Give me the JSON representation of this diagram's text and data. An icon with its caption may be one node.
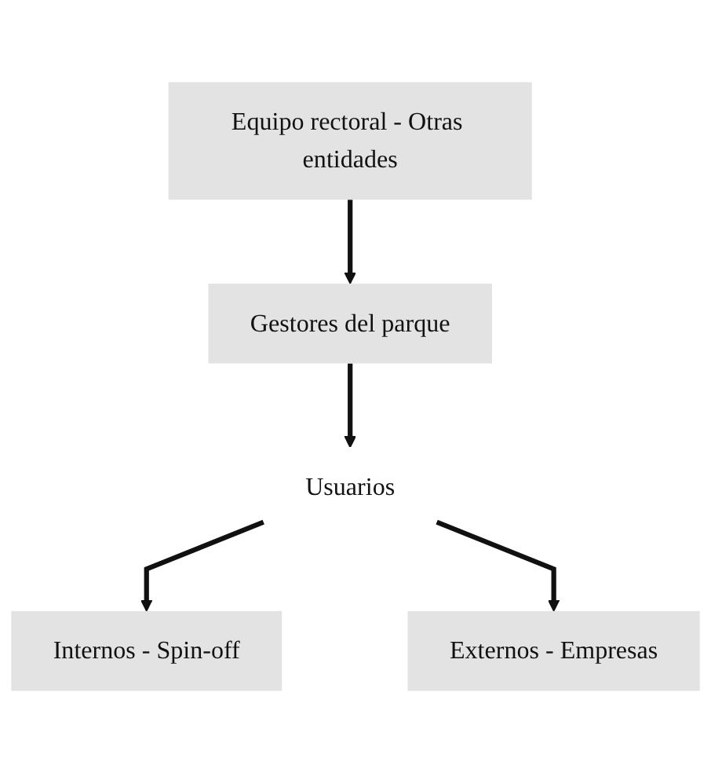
{
  "diagram": {
    "nodes": [
      {
        "text": [
          "Equipo rectoral - Otras entidades"
        ]
      },
      {
        "text": [
          "Gestores del parque"
        ]
      },
      {
        "text": [
          "Usuarios"
        ]
      },
      {
        "text": [
          "Internos - Spin-off"
        ]
      },
      {
        "text": [
          "Externos - Empresas"
        ]
      }
    ],
    "edges": [
      {
        "from": 0,
        "to": 1,
        "arrow": "to"
      },
      {
        "from": 1,
        "to": 2,
        "arrow": "to"
      },
      {
        "from": 2,
        "to": 3,
        "arrow": "to"
      },
      {
        "from": 2,
        "to": 4,
        "arrow": "to"
      }
    ]
  }
}
